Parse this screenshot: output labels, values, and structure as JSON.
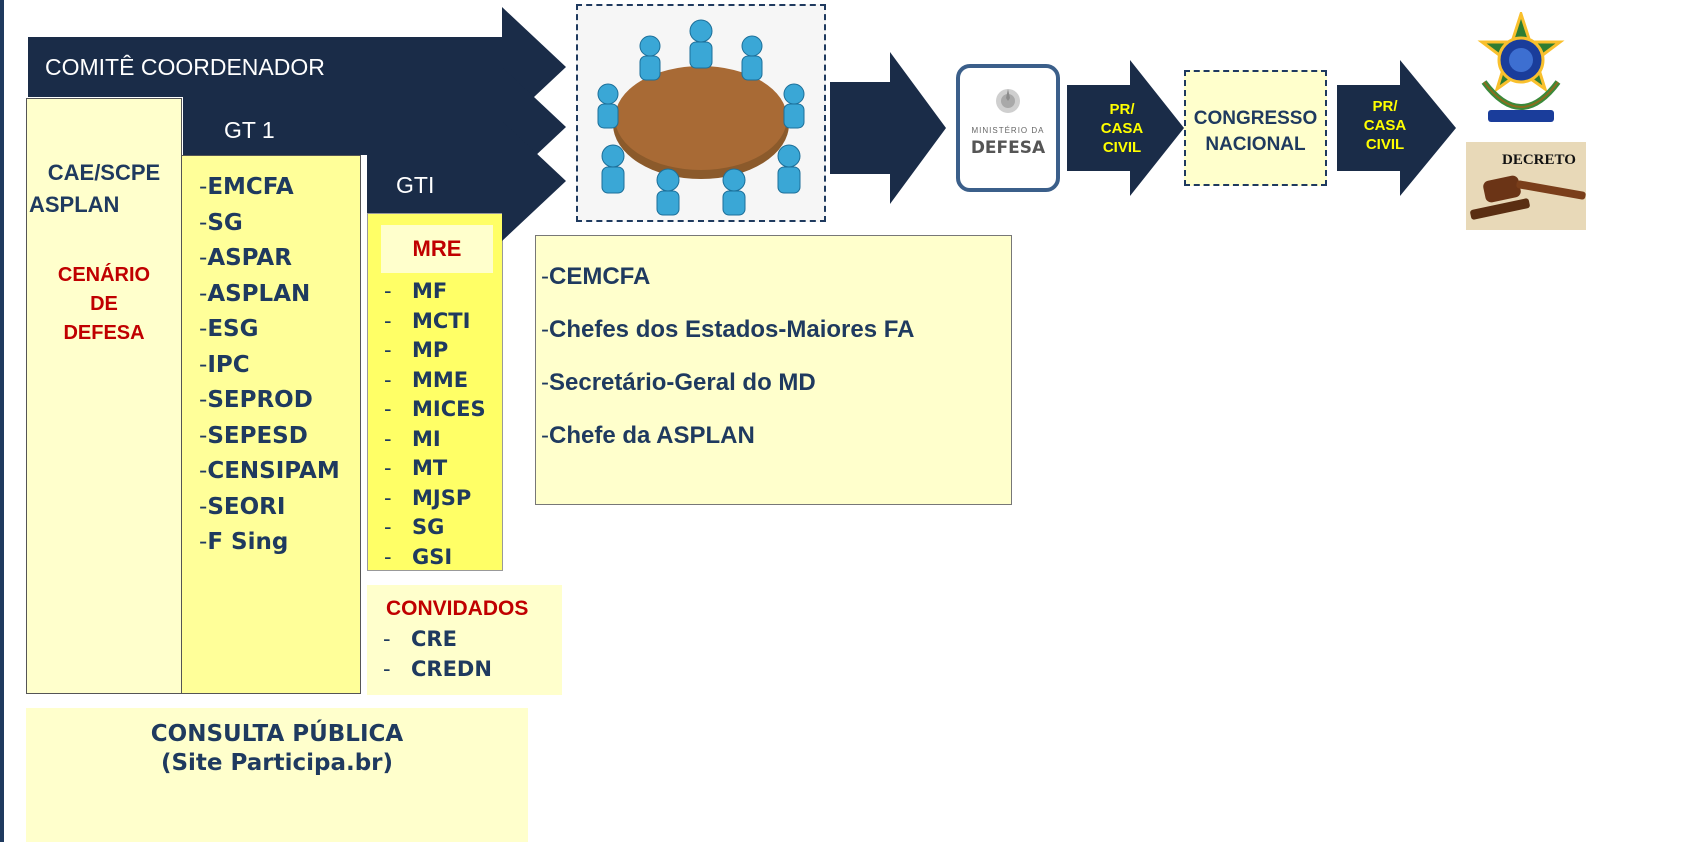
{
  "arrows": {
    "comite": "COMITÊ COORDENADOR",
    "gt1": "GT 1",
    "gti": "GTI"
  },
  "cae": {
    "line1": "CAE/SCPE",
    "line2": "ASPLAN",
    "cenario": [
      "CENÁRIO",
      "DE",
      "DEFESA"
    ]
  },
  "gt1_members": [
    "EMCFA",
    "SG",
    "ASPAR",
    "ASPLAN",
    "ESG",
    "IPC",
    "SEPROD",
    "SEPESD",
    "CENSIPAM",
    "SEORI",
    "F Sing"
  ],
  "gti": {
    "head": "MRE",
    "members": [
      "MF",
      "MCTI",
      "MP",
      "MME",
      "MICES",
      "MI",
      "MT",
      "MJSP",
      "SG",
      "GSI"
    ]
  },
  "convidados": {
    "title": "CONVIDADOS",
    "members": [
      "CRE",
      "CREDN"
    ]
  },
  "consulta": {
    "line1": "CONSULTA PÚBLICA",
    "line2": "(Site Participa.br)"
  },
  "meeting_members": [
    "CEMCFA",
    "Chefes dos Estados-Maiores FA",
    "Secretário-Geral do MD",
    "Chefe da ASPLAN"
  ],
  "defesa_logo": {
    "small": "MINISTÉRIO DA",
    "big": "DEFESA"
  },
  "pr_casa_civil_1": [
    "PR/",
    "CASA",
    "CIVIL"
  ],
  "congresso": [
    "CONGRESSO",
    "NACIONAL"
  ],
  "pr_casa_civil_2": [
    "PR/",
    "CASA",
    "CIVIL"
  ],
  "decreto": "DECRETO",
  "colors": {
    "navy": "#1a2c48",
    "yellow_light": "#ffffcc",
    "yellow": "#ffff99",
    "yellow_strong": "#ffff66",
    "red": "#c00000",
    "arrow_text_yellow": "#ffff00"
  }
}
